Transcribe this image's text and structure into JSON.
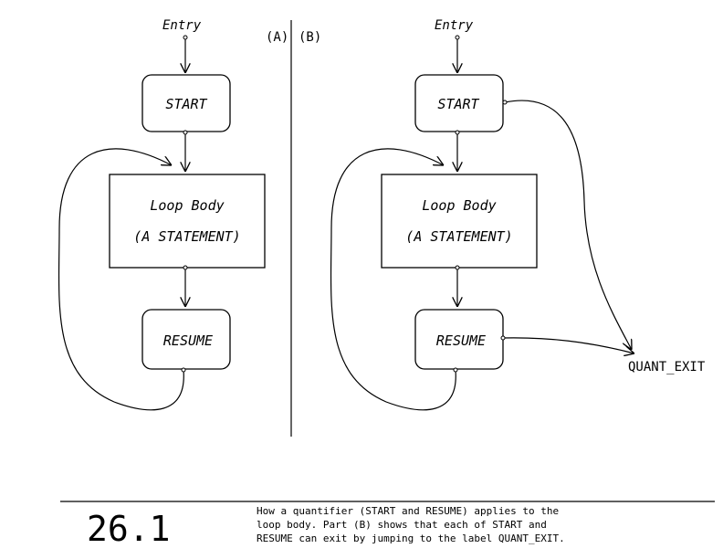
{
  "panel_a": {
    "tag": "(A)",
    "entry": "Entry",
    "start": "START",
    "loop_body_line1": "Loop Body",
    "loop_body_line2": "(A STATEMENT)",
    "resume": "RESUME"
  },
  "panel_b": {
    "tag": "(B)",
    "entry": "Entry",
    "start": "START",
    "loop_body_line1": "Loop Body",
    "loop_body_line2": "(A STATEMENT)",
    "resume": "RESUME",
    "exit_label": "QUANT_EXIT"
  },
  "caption": {
    "figure_number": "26.1",
    "line1": "How a quantifier (START and RESUME) applies to the",
    "line2": "loop body.  Part (B) shows that each of START and",
    "line3": "RESUME can exit by jumping to the label QUANT_EXIT."
  }
}
